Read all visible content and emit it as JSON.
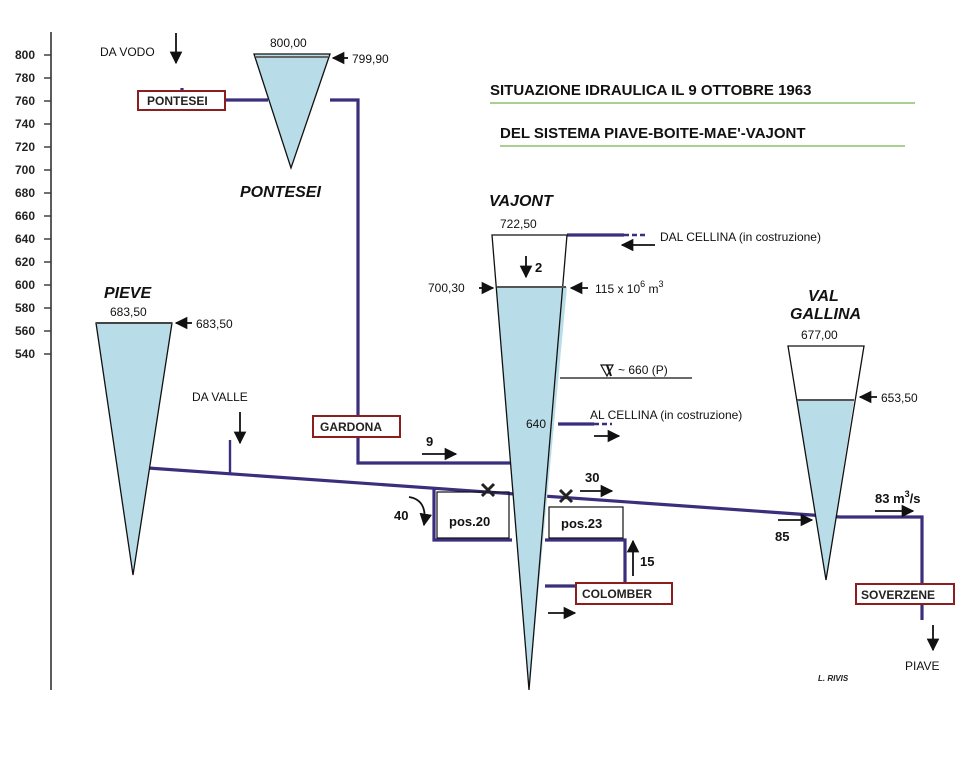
{
  "title": {
    "line1": "SITUAZIONE IDRAULICA IL 9 OTTOBRE 1963",
    "line2": "DEL SISTEMA PIAVE-BOITE-MAE'-VAJONT"
  },
  "axis": {
    "ticks": [
      "800",
      "780",
      "760",
      "740",
      "720",
      "700",
      "680",
      "660",
      "640",
      "620",
      "600",
      "580",
      "560",
      "540"
    ]
  },
  "reservoirs": {
    "pontesei": {
      "name": "PONTESEI",
      "max": "800,00",
      "level": "799,90"
    },
    "pieve": {
      "name": "PIEVE",
      "max": "683,50",
      "level": "683,50"
    },
    "vajont": {
      "name": "VAJONT",
      "max": "722,50",
      "level": "700,30",
      "drop": "2",
      "volume": "115 x 10",
      "volume_exp": "6",
      "volume_unit": " m",
      "volume_unit_exp": "3",
      "slide": "~ 660 (P)",
      "outlet_level": "640"
    },
    "val_gallina": {
      "name1": "VAL",
      "name2": "GALLINA",
      "max": "677,00",
      "level": "653,50"
    }
  },
  "boxes": {
    "pontesei": "PONTESEI",
    "gardona": "GARDONA",
    "colomber": "COLOMBER",
    "soverzene": "SOVERZENE"
  },
  "labels": {
    "da_vodo": "DA VODO",
    "da_valle": "DA VALLE",
    "dal_cellina": "DAL CELLINA (in costruzione)",
    "al_cellina": "AL CELLINA (in costruzione)",
    "pos20": "pos.20",
    "pos23": "pos.23",
    "piave": "PIAVE",
    "author": "L. RIVIS"
  },
  "flows": {
    "f9": "9",
    "f30": "30",
    "f40": "40",
    "f15": "15",
    "f85": "85",
    "f83": "83 m",
    "f83_exp": "3",
    "f83_unit": "/s"
  },
  "colors": {
    "water": "#b9dde8",
    "pipe": "#3a2f7c",
    "box_border": "#8b1f1f",
    "title_underline": "#8fbf6a"
  }
}
